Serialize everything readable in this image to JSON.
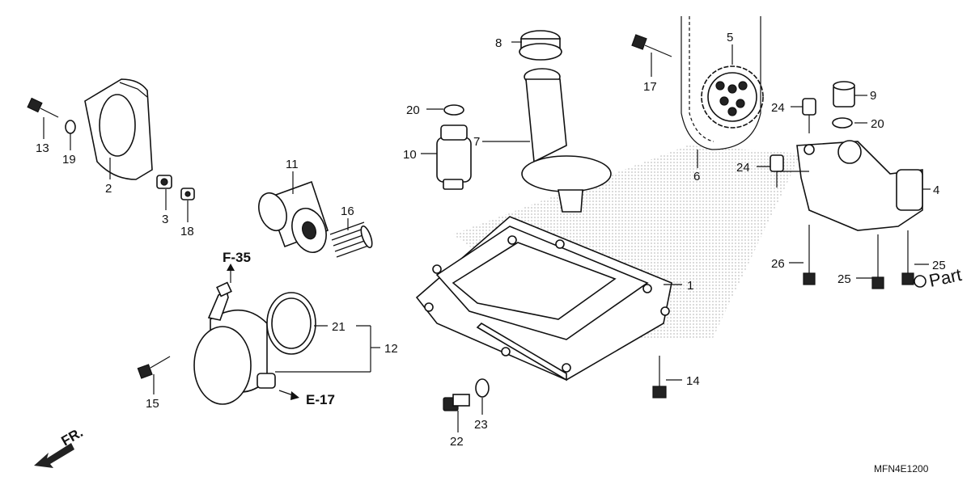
{
  "diagram": {
    "part_numbers": [
      "1",
      "2",
      "3",
      "4",
      "5",
      "6",
      "7",
      "8",
      "9",
      "10",
      "11",
      "12",
      "13",
      "14",
      "15",
      "16",
      "17",
      "18",
      "19",
      "20",
      "20",
      "21",
      "22",
      "23",
      "24",
      "24",
      "25",
      "25",
      "26"
    ],
    "references": {
      "f35": "F-35",
      "e17": "E-17",
      "front": "FR."
    },
    "partial_text": "Part",
    "diagram_code": "MFN4E1200"
  }
}
